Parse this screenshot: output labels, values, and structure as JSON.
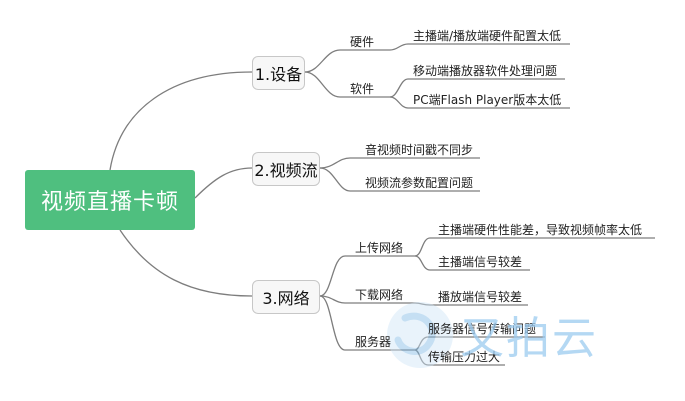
{
  "root": {
    "title": "视频直播卡顿"
  },
  "branches": {
    "device": {
      "label": "1.设备",
      "hardware": {
        "label": "硬件",
        "items": [
          "主播端/播放端硬件配置太低"
        ]
      },
      "software": {
        "label": "软件",
        "items": [
          "移动端播放器软件处理问题",
          "PC端Flash Player版本太低"
        ]
      }
    },
    "stream": {
      "label": "2.视频流",
      "items": [
        "音视频时间戳不同步",
        "视频流参数配置问题"
      ]
    },
    "network": {
      "label": "3.网络",
      "upload": {
        "label": "上传网络",
        "items": [
          "主播端硬件性能差，导致视频帧率太低",
          "主播端信号较差"
        ]
      },
      "download": {
        "label": "下载网络",
        "items": [
          "播放端信号较差"
        ]
      },
      "server": {
        "label": "服务器",
        "items": [
          "服务器信号传输问题",
          "传输压力过大"
        ]
      }
    }
  },
  "watermark": {
    "text": "又拍云"
  },
  "colors": {
    "root_bg": "#4fbf7f",
    "line": "#888888",
    "watermark": "#9ccbf0"
  }
}
